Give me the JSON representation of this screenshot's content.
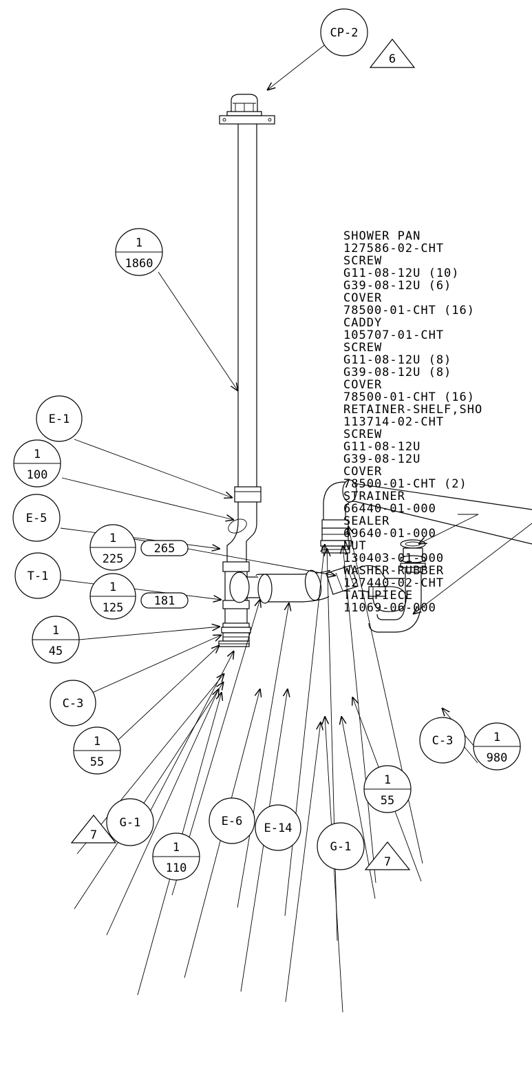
{
  "notes": [
    "SHOWER PAN",
    "127586-02-CHT",
    "SCREW",
    "G11-08-12U (10)",
    "G39-08-12U (6)",
    "COVER",
    "78500-01-CHT (16)",
    "CADDY",
    "105707-01-CHT",
    "SCREW",
    "G11-08-12U (8)",
    "G39-08-12U (8)",
    "COVER",
    "78500-01-CHT (16)",
    "RETAINER-SHELF,SHO",
    "113714-02-CHT",
    "SCREW",
    "G11-08-12U",
    "G39-08-12U",
    "COVER",
    "78500-01-CHT (2)",
    "STRAINER",
    "66440-01-000",
    "SEALER",
    "69640-01-000",
    "NUT",
    "130403-01-000",
    "WASHER-RUBBER",
    "127440-02-CHT",
    "TAILPIECE",
    "11069-06-000"
  ],
  "callouts": {
    "cp2": "CP-2",
    "e1": "E-1",
    "e5": "E-5",
    "t1": "T-1",
    "c3_left": "C-3",
    "g1_left": "G-1",
    "e6": "E-6",
    "e14": "E-14",
    "g1_right": "G-1",
    "c3_right": "C-3"
  },
  "fractions": {
    "f1860": {
      "num": "1",
      "den": "1860"
    },
    "f225": {
      "num": "1",
      "den": "225"
    },
    "f125": {
      "num": "1",
      "den": "125"
    },
    "f100": {
      "num": "1",
      "den": "100"
    },
    "f45": {
      "num": "1",
      "den": "45"
    },
    "f55_left": {
      "num": "1",
      "den": "55"
    },
    "f110": {
      "num": "1",
      "den": "110"
    },
    "f55_right": {
      "num": "1",
      "den": "55"
    },
    "f980": {
      "num": "1",
      "den": "980"
    }
  },
  "tags": {
    "t265": "265",
    "t181": "181"
  },
  "revisions": {
    "top": "6",
    "bottom_left": "7",
    "bottom_right": "7"
  }
}
